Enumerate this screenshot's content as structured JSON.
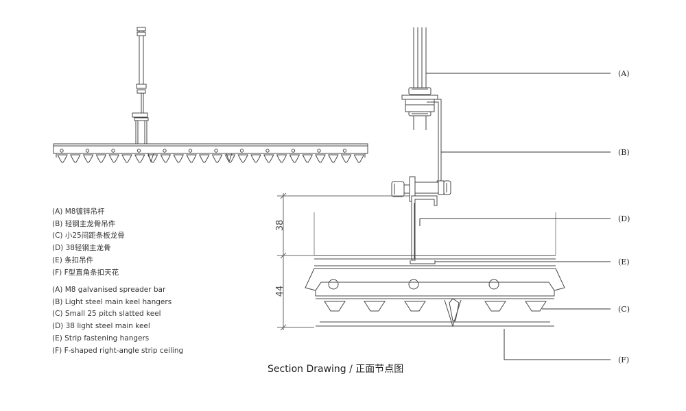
{
  "legend_cn": [
    {
      "letter": "(A)",
      "text": "M8镀锌吊杆"
    },
    {
      "letter": "(B)",
      "text": "轻钢主龙骨吊件"
    },
    {
      "letter": "(C)",
      "text": "小25间距条板龙骨"
    },
    {
      "letter": "(D)",
      "text": "38轻钢主龙骨"
    },
    {
      "letter": "(E)",
      "text": "条扣吊件"
    },
    {
      "letter": "(F)",
      "text": "F型直角条扣天花"
    }
  ],
  "legend_en": [
    {
      "letter": "(A)",
      "text": "M8 galvanised spreader bar"
    },
    {
      "letter": "(B)",
      "text": "Light steel main keel hangers"
    },
    {
      "letter": "(C)",
      "text": "Small 25 pitch slatted keel"
    },
    {
      "letter": "(D)",
      "text": "38 light steel main keel"
    },
    {
      "letter": "(E)",
      "text": "Strip fastening hangers"
    },
    {
      "letter": "(F)",
      "text": "F-shaped right-angle strip ceiling"
    }
  ],
  "callouts": {
    "a": "(A)",
    "b": "(B)",
    "c": "(C)",
    "d": "(D)",
    "e": "(E)",
    "f": "(F)"
  },
  "dimensions": {
    "upper": "38",
    "lower": "44"
  },
  "caption": "Section Drawing / 正面节点图"
}
